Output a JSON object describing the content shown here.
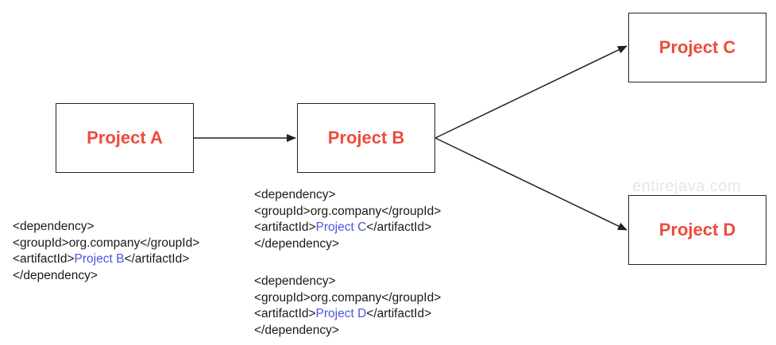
{
  "colors": {
    "project_label": "#ee4b3b",
    "link": "#4a55dd",
    "text": "#1a1a1a"
  },
  "boxes": {
    "a": "Project A",
    "b": "Project B",
    "c": "Project C",
    "d": "Project D"
  },
  "watermark": "entirejava.com",
  "dependencies": {
    "a": {
      "open": "<dependency>",
      "group_open": "<groupId>",
      "group_value": "org.company",
      "group_close": "</groupId>",
      "artifact_open": "<artifactId>",
      "artifact_value": "Project B",
      "artifact_close": "</artifactId>",
      "close": "</dependency>"
    },
    "b1": {
      "open": "<dependency>",
      "group_open": "<groupId>",
      "group_value": "org.company",
      "group_close": "</groupId>",
      "artifact_open": "<artifactId>",
      "artifact_value": "Project C",
      "artifact_close": "</artifactId>",
      "close": "</dependency>"
    },
    "b2": {
      "open": "<dependency>",
      "group_open": "<groupId>",
      "group_value": "org.company",
      "group_close": "</groupId>",
      "artifact_open": "<artifactId>",
      "artifact_value": "Project D",
      "artifact_close": "</artifactId>",
      "close": "</dependency>"
    }
  }
}
